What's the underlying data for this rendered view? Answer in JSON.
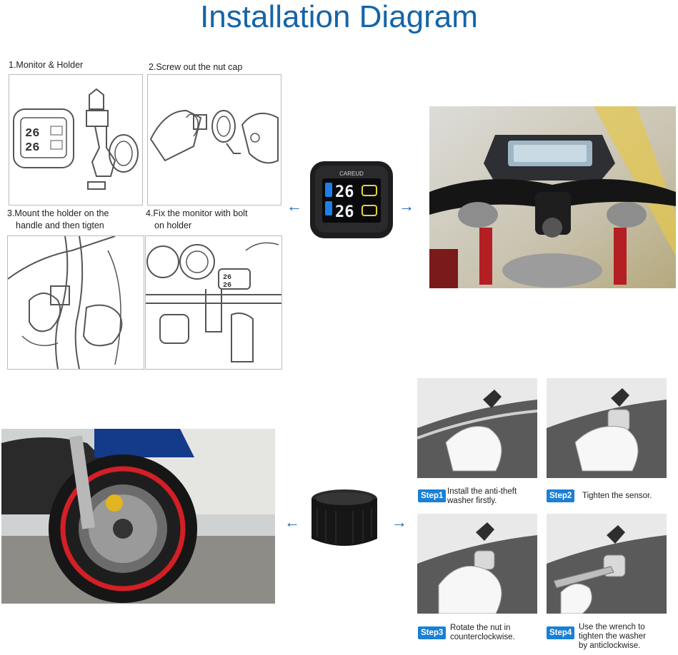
{
  "title": "Installation Diagram",
  "steps_install": [
    {
      "label": "1.Monitor & Holder"
    },
    {
      "label": "2.Screw out the nut cap"
    },
    {
      "label": "3.Mount the holder on the",
      "label2": "handle and then tigten"
    },
    {
      "label": "4.Fix the monitor with bolt",
      "label2": "on holder"
    }
  ],
  "monitor": {
    "brand": "CAREUD",
    "reading_top": "26",
    "reading_bottom": "26"
  },
  "sensor_steps": [
    {
      "badge": "Step1",
      "text1": "Install the anti-theft",
      "text2": "washer firstly."
    },
    {
      "badge": "Step2",
      "text1": "Tighten the sensor.",
      "text2": ""
    },
    {
      "badge": "Step3",
      "text1": "Rotate the nut in",
      "text2": "counterclockwise."
    },
    {
      "badge": "Step4",
      "text1": "Use the wrench to",
      "text2": "tighten the washer",
      "text3": "by anticlockwise."
    }
  ],
  "arrows": {
    "left": "←",
    "right": "→"
  },
  "colors": {
    "title": "#1565a8",
    "badge": "#1a7fd6"
  }
}
